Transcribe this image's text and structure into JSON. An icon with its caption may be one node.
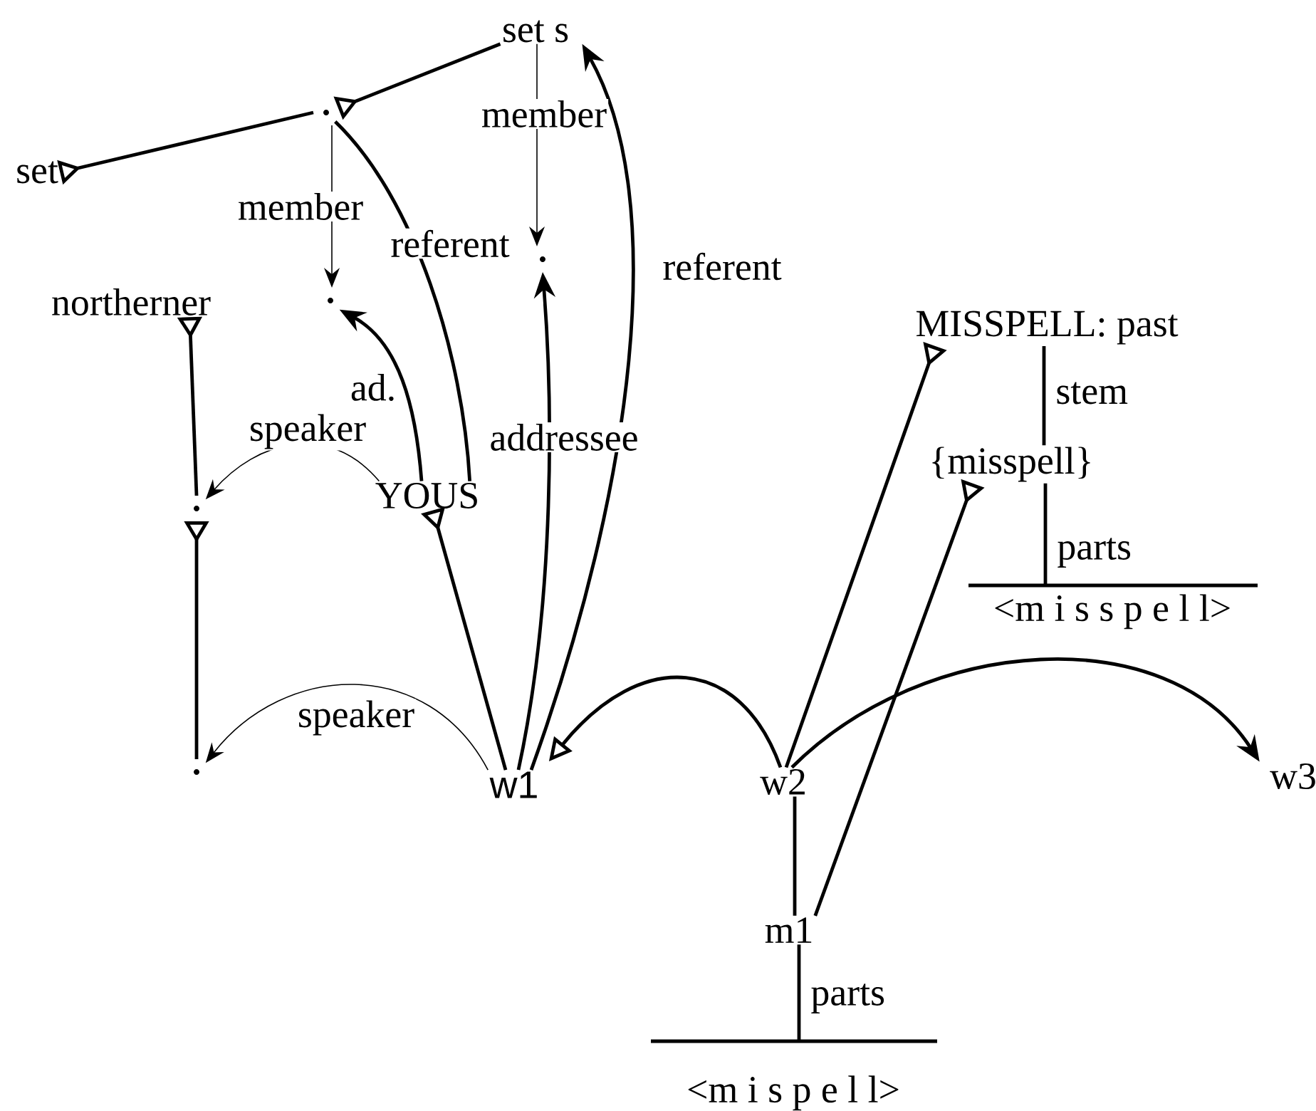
{
  "diagram": {
    "nodes": [
      {
        "text": [
          "set s"
        ]
      },
      {
        "text": [],
        "shape": "dot"
      },
      {
        "text": [
          "set"
        ]
      },
      {
        "text": [],
        "shape": "dot"
      },
      {
        "text": [
          "northerner"
        ]
      },
      {
        "text": [],
        "shape": "dot"
      },
      {
        "text": [
          "MISSPELL: past"
        ]
      },
      {
        "text": [
          "{misspell}"
        ]
      },
      {
        "text": [
          "YOUS"
        ]
      },
      {
        "text": [],
        "shape": "dot"
      },
      {
        "text": [
          "<m i s s p e l l>"
        ]
      },
      {
        "text": [],
        "shape": "dot"
      },
      {
        "text": [
          "w1"
        ]
      },
      {
        "text": [
          "w2"
        ]
      },
      {
        "text": [
          "w3"
        ]
      },
      {
        "text": [
          "m1"
        ]
      },
      {
        "text": [
          "<m i s p e l l>"
        ]
      }
    ],
    "edges": [
      {
        "from": 0,
        "to": 1,
        "arrow": "other"
      },
      {
        "from": 1,
        "to": 2,
        "arrow": "other"
      },
      {
        "from": 1,
        "to": 5,
        "arrow": "to",
        "label": "member"
      },
      {
        "from": 0,
        "to": 3,
        "arrow": "to",
        "label": "member"
      },
      {
        "from": 1,
        "to": 8,
        "arrow": "none",
        "label": "referent"
      },
      {
        "from": 8,
        "to": 5,
        "arrow": "to",
        "label": "ad."
      },
      {
        "from": 8,
        "to": 9,
        "arrow": "to",
        "label": "speaker"
      },
      {
        "from": 9,
        "to": 4,
        "arrow": "other"
      },
      {
        "from": 11,
        "to": 9,
        "arrow": "other"
      },
      {
        "from": 12,
        "to": 8,
        "arrow": "other"
      },
      {
        "from": 12,
        "to": 3,
        "arrow": "to",
        "label": "addressee"
      },
      {
        "from": 12,
        "to": 0,
        "arrow": "to",
        "label": "referent"
      },
      {
        "from": 12,
        "to": 11,
        "arrow": "to",
        "label": "speaker"
      },
      {
        "from": 13,
        "to": 12,
        "arrow": "to"
      },
      {
        "from": 13,
        "to": 14,
        "arrow": "to"
      },
      {
        "from": 13,
        "to": 6,
        "arrow": "other"
      },
      {
        "from": 15,
        "to": 7,
        "arrow": "other"
      },
      {
        "from": 13,
        "to": 15,
        "arrow": "none"
      },
      {
        "from": 6,
        "to": 7,
        "arrow": "none",
        "label": "stem"
      },
      {
        "from": 7,
        "to": 10,
        "arrow": "none",
        "label": "parts"
      },
      {
        "from": 15,
        "to": 16,
        "arrow": "none",
        "label": "parts"
      }
    ]
  }
}
